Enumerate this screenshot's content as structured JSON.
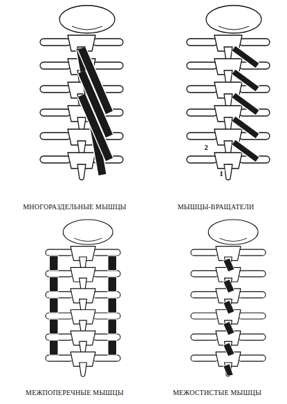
{
  "diagram": {
    "labels": [
      "2",
      "1",
      "МНОГОРАЗДЕЛЬНЫЕ МЫШЦЫ",
      "МЫШЦЫ-ВРАЩАТЕЛИ",
      "МЕЖПОПЕРЕЧНЫЕ МЫШЦЫ",
      "МЕЖОСТИСТЫЕ МЫШЦЫ"
    ]
  }
}
